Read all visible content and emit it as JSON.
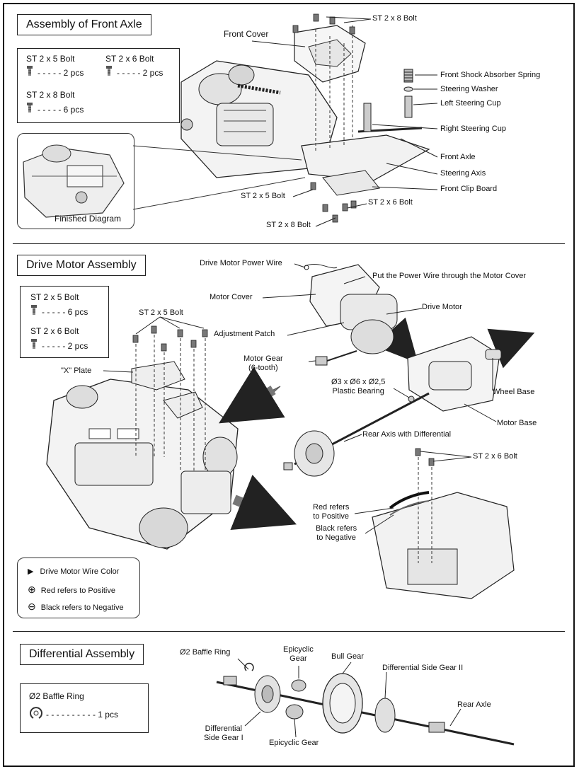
{
  "front_axle": {
    "title": "Assembly of Front Axle",
    "parts": [
      {
        "name": "ST 2 x 5 Bolt",
        "qty": "- - - - - 2 pcs"
      },
      {
        "name": "ST 2 x 6 Bolt",
        "qty": "- - - - - 2 pcs"
      },
      {
        "name": "ST 2 x 8 Bolt",
        "qty": "- - - - - 6 pcs"
      }
    ],
    "labels": {
      "st2x8_top": "ST 2 x 8 Bolt",
      "front_cover": "Front Cover",
      "shock_spring": "Front Shock Absorber Spring",
      "steering_washer": "Steering Washer",
      "left_cup": "Left Steering Cup",
      "right_cup": "Right Steering Cup",
      "front_axle": "Front Axle",
      "steering_axis": "Steering Axis",
      "clip_board": "Front Clip Board",
      "st2x5": "ST 2 x 5 Bolt",
      "st2x6": "ST 2 x 6 Bolt",
      "st2x8_bottom": "ST 2 x 8 Bolt"
    },
    "finished_label": "Finished Diagram"
  },
  "drive_motor": {
    "title": "Drive Motor Assembly",
    "parts": [
      {
        "name": "ST 2 x 5 Bolt",
        "qty": "- - - - - 6 pcs"
      },
      {
        "name": "ST 2 x 6 Bolt",
        "qty": "- - - - - 2 pcs"
      }
    ],
    "labels": {
      "power_wire": "Drive Motor Power Wire",
      "put_wire": "Put the Power Wire through the Motor Cover",
      "motor_cover": "Motor Cover",
      "drive_motor": "Drive Motor",
      "st2x5": "ST 2 x 5 Bolt",
      "adjustment_patch": "Adjustment Patch",
      "motor_gear": "Motor Gear\n(6-tooth)",
      "x_plate": "\"X\" Plate",
      "bearing": "Ø3 x Ø6 x Ø2,5\nPlastic Bearing",
      "wheel_base": "Wheel Base",
      "motor_base": "Motor Base",
      "rear_axis": "Rear Axis with Differential",
      "st2x6": "ST 2 x 6 Bolt",
      "red_positive": "Red refers\nto Positive",
      "black_negative": "Black refers\nto Negative"
    },
    "legend": [
      {
        "symbol": "▶",
        "text": "Drive Motor Wire Color"
      },
      {
        "symbol": "⊕",
        "text": "Red refers to Positive"
      },
      {
        "symbol": "⊖",
        "text": "Black refers to Negative"
      }
    ]
  },
  "differential": {
    "title": "Differential Assembly",
    "parts": [
      {
        "name": "Ø2 Baffle Ring",
        "qty": "- - - - - - - - - - 1 pcs"
      }
    ],
    "labels": {
      "baffle_ring": "Ø2 Baffle Ring",
      "epicyclic_top": "Epicyclic\nGear",
      "bull_gear": "Bull Gear",
      "side_gear_2": "Differential Side Gear II",
      "rear_axle": "Rear Axle",
      "side_gear_1": "Differential\nSide Gear I",
      "epicyclic_bottom": "Epicyclic Gear"
    }
  }
}
